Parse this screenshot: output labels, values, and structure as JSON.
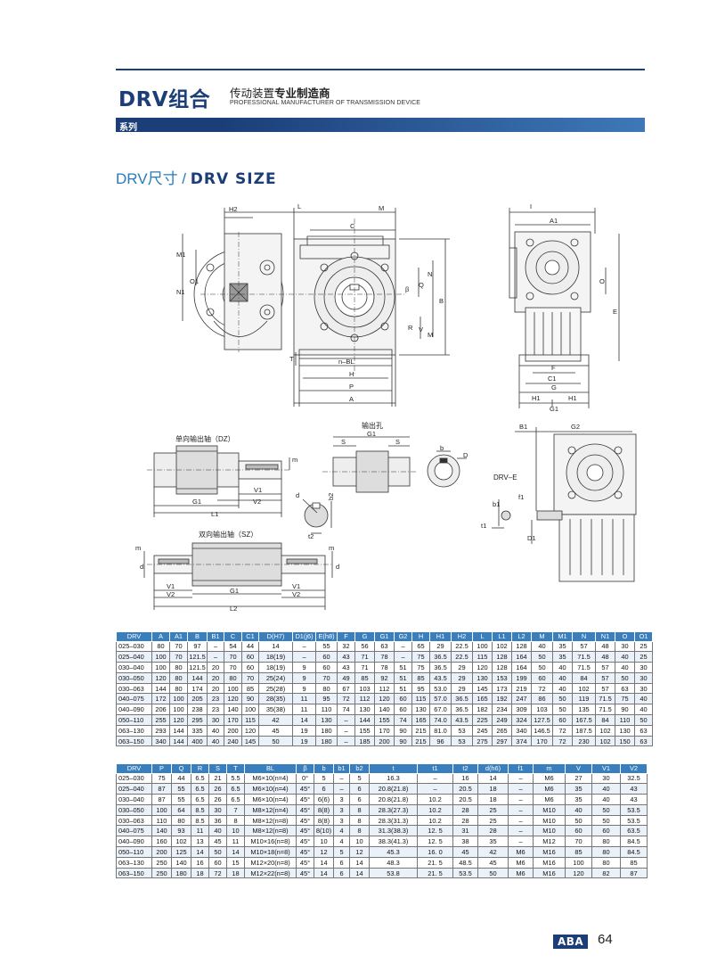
{
  "header": {
    "brand": "DRV组合",
    "tagline_cn_a": "传动装置",
    "tagline_cn_b": "专业制造商",
    "tagline_en": "PROFESSIONAL MANUFACTURER OF TRANSMISSION DEVICE",
    "series": "系列"
  },
  "section": {
    "title_cn": "DRV尺寸 / ",
    "title_en": "DRV SIZE"
  },
  "drawing_labels": {
    "h2": "H2",
    "l": "L",
    "m": "M",
    "c": "C",
    "m1": "M1",
    "o1": "O1",
    "n1": "N1",
    "beta": "β",
    "q": "Q",
    "n": "N",
    "b": "B",
    "r": "R",
    "v": "V",
    "m2": "M",
    "t": "T",
    "nbl": "n–BL",
    "h": "H",
    "p": "P",
    "a": "A",
    "i": "I",
    "a1": "A1",
    "o": "O",
    "e": "E",
    "f": "F",
    "c1": "C1",
    "g": "G",
    "h1a": "H1",
    "h1b": "H1",
    "g1": "G1",
    "dz": "单向输出轴（DZ）",
    "sz": "双向输出轴（SZ）",
    "kong": "输出孔",
    "g1b": "G1",
    "s1": "S",
    "s2": "S",
    "bb": "b",
    "dd": "D",
    "mm": "m",
    "v1": "V1",
    "g1c": "G1",
    "v2": "V2",
    "l1": "L1",
    "dk": "d",
    "b2": "b2",
    "t2": "t2",
    "m3": "m",
    "m4": "m",
    "d3": "d",
    "d4": "d",
    "v1b": "V1",
    "v1c": "V1",
    "v2b": "V2",
    "v2c": "V2",
    "g1d": "G1",
    "l2": "L2",
    "b1": "B1",
    "g2": "G2",
    "drve": "DRV–E",
    "f1": "f1",
    "b1b": "b1",
    "t1": "t1",
    "d1": "D1"
  },
  "table1": {
    "headers": [
      "DRV",
      "A",
      "A1",
      "B",
      "B1",
      "C",
      "C1",
      "D(H7)",
      "D1(j6)",
      "E(h8)",
      "F",
      "G",
      "G1",
      "G2",
      "H",
      "H1",
      "H2",
      "L",
      "L1",
      "L2",
      "M",
      "M1",
      "N",
      "N1",
      "O",
      "O1"
    ],
    "rows": [
      [
        "025–030",
        "80",
        "70",
        "97",
        "–",
        "54",
        "44",
        "14",
        "–",
        "55",
        "32",
        "56",
        "63",
        "–",
        "65",
        "29",
        "22.5",
        "100",
        "102",
        "128",
        "40",
        "35",
        "57",
        "48",
        "30",
        "25"
      ],
      [
        "025–040",
        "100",
        "70",
        "121.5",
        "–",
        "70",
        "60",
        "18(19)",
        "–",
        "60",
        "43",
        "71",
        "78",
        "–",
        "75",
        "36.5",
        "22.5",
        "115",
        "128",
        "164",
        "50",
        "35",
        "71.5",
        "48",
        "40",
        "25"
      ],
      [
        "030–040",
        "100",
        "80",
        "121.5",
        "20",
        "70",
        "60",
        "18(19)",
        "9",
        "60",
        "43",
        "71",
        "78",
        "51",
        "75",
        "36.5",
        "29",
        "120",
        "128",
        "164",
        "50",
        "40",
        "71.5",
        "57",
        "40",
        "30"
      ],
      [
        "030–050",
        "120",
        "80",
        "144",
        "20",
        "80",
        "70",
        "25(24)",
        "9",
        "70",
        "49",
        "85",
        "92",
        "51",
        "85",
        "43.5",
        "29",
        "130",
        "153",
        "199",
        "60",
        "40",
        "84",
        "57",
        "50",
        "30"
      ],
      [
        "030–063",
        "144",
        "80",
        "174",
        "20",
        "100",
        "85",
        "25(28)",
        "9",
        "80",
        "67",
        "103",
        "112",
        "51",
        "95",
        "53.0",
        "29",
        "145",
        "173",
        "219",
        "72",
        "40",
        "102",
        "57",
        "63",
        "30"
      ],
      [
        "040–075",
        "172",
        "100",
        "205",
        "23",
        "120",
        "90",
        "28(35)",
        "11",
        "95",
        "72",
        "112",
        "120",
        "60",
        "115",
        "57.0",
        "36.5",
        "165",
        "192",
        "247",
        "86",
        "50",
        "119",
        "71.5",
        "75",
        "40"
      ],
      [
        "040–090",
        "206",
        "100",
        "238",
        "23",
        "140",
        "100",
        "35(38)",
        "11",
        "110",
        "74",
        "130",
        "140",
        "60",
        "130",
        "67.0",
        "36.5",
        "182",
        "234",
        "309",
        "103",
        "50",
        "135",
        "71.5",
        "90",
        "40"
      ],
      [
        "050–110",
        "255",
        "120",
        "295",
        "30",
        "170",
        "115",
        "42",
        "14",
        "130",
        "–",
        "144",
        "155",
        "74",
        "165",
        "74.0",
        "43.5",
        "225",
        "249",
        "324",
        "127.5",
        "60",
        "167.5",
        "84",
        "110",
        "50"
      ],
      [
        "063–130",
        "293",
        "144",
        "335",
        "40",
        "200",
        "120",
        "45",
        "19",
        "180",
        "–",
        "155",
        "170",
        "90",
        "215",
        "81.0",
        "53",
        "245",
        "265",
        "340",
        "146.5",
        "72",
        "187.5",
        "102",
        "130",
        "63"
      ],
      [
        "063–150",
        "340",
        "144",
        "400",
        "40",
        "240",
        "145",
        "50",
        "19",
        "180",
        "–",
        "185",
        "200",
        "90",
        "215",
        "96",
        "53",
        "275",
        "297",
        "374",
        "170",
        "72",
        "230",
        "102",
        "150",
        "63"
      ]
    ]
  },
  "table2": {
    "headers": [
      "DRV",
      "P",
      "Q",
      "R",
      "S",
      "T",
      "BL",
      "β",
      "b",
      "b1",
      "b2",
      "t",
      "t1",
      "t2",
      "d(h6)",
      "f1",
      "m",
      "V",
      "V1",
      "V2"
    ],
    "rows": [
      [
        "025–030",
        "75",
        "44",
        "6.5",
        "21",
        "5.5",
        "M6×10(n=4)",
        "0°",
        "5",
        "–",
        "5",
        "16.3",
        "–",
        "16",
        "14",
        "–",
        "M6",
        "27",
        "30",
        "32.5"
      ],
      [
        "025–040",
        "87",
        "55",
        "6.5",
        "26",
        "6.5",
        "M6×10(n=4)",
        "45°",
        "6",
        "–",
        "6",
        "20.8(21.8)",
        "–",
        "20.5",
        "18",
        "–",
        "M6",
        "35",
        "40",
        "43"
      ],
      [
        "030–040",
        "87",
        "55",
        "6.5",
        "26",
        "6.5",
        "M6×10(n=4)",
        "45°",
        "6(6)",
        "3",
        "6",
        "20.8(21.8)",
        "10.2",
        "20.5",
        "18",
        "–",
        "M6",
        "35",
        "40",
        "43"
      ],
      [
        "030–050",
        "100",
        "64",
        "8.5",
        "30",
        "7",
        "M8×12(n=4)",
        "45°",
        "8(8)",
        "3",
        "8",
        "28.3(27.3)",
        "10.2",
        "28",
        "25",
        "–",
        "M10",
        "40",
        "50",
        "53.5"
      ],
      [
        "030–063",
        "110",
        "80",
        "8.5",
        "36",
        "8",
        "M8×12(n=8)",
        "45°",
        "8(8)",
        "3",
        "8",
        "28.3(31.3)",
        "10.2",
        "28",
        "25",
        "–",
        "M10",
        "50",
        "50",
        "53.5"
      ],
      [
        "040–075",
        "140",
        "93",
        "11",
        "40",
        "10",
        "M8×12(n=8)",
        "45°",
        "8(10)",
        "4",
        "8",
        "31.3(38.3)",
        "12. 5",
        "31",
        "28",
        "–",
        "M10",
        "60",
        "60",
        "63.5"
      ],
      [
        "040–090",
        "160",
        "102",
        "13",
        "45",
        "11",
        "M10×16(n=8)",
        "45°",
        "10",
        "4",
        "10",
        "38.3(41.3)",
        "12. 5",
        "38",
        "35",
        "–",
        "M12",
        "70",
        "80",
        "84.5"
      ],
      [
        "050–110",
        "200",
        "125",
        "14",
        "50",
        "14",
        "M10×18(n=8)",
        "45°",
        "12",
        "5",
        "12",
        "45.3",
        "16. 0",
        "45",
        "42",
        "M6",
        "M16",
        "85",
        "80",
        "84.5"
      ],
      [
        "063–130",
        "250",
        "140",
        "16",
        "60",
        "15",
        "M12×20(n=8)",
        "45°",
        "14",
        "6",
        "14",
        "48.3",
        "21. 5",
        "48.5",
        "45",
        "M6",
        "M16",
        "100",
        "80",
        "85"
      ],
      [
        "063–150",
        "250",
        "180",
        "18",
        "72",
        "18",
        "M12×22(n=8)",
        "45°",
        "14",
        "6",
        "14",
        "53.8",
        "21. 5",
        "53.5",
        "50",
        "M6",
        "M16",
        "120",
        "82",
        "87"
      ]
    ]
  },
  "footer": {
    "brand": "ABA",
    "page": "64"
  },
  "colors": {
    "navy": "#1b3e78",
    "accent": "#3a7fbd",
    "light_row": "#eaf1f8"
  }
}
